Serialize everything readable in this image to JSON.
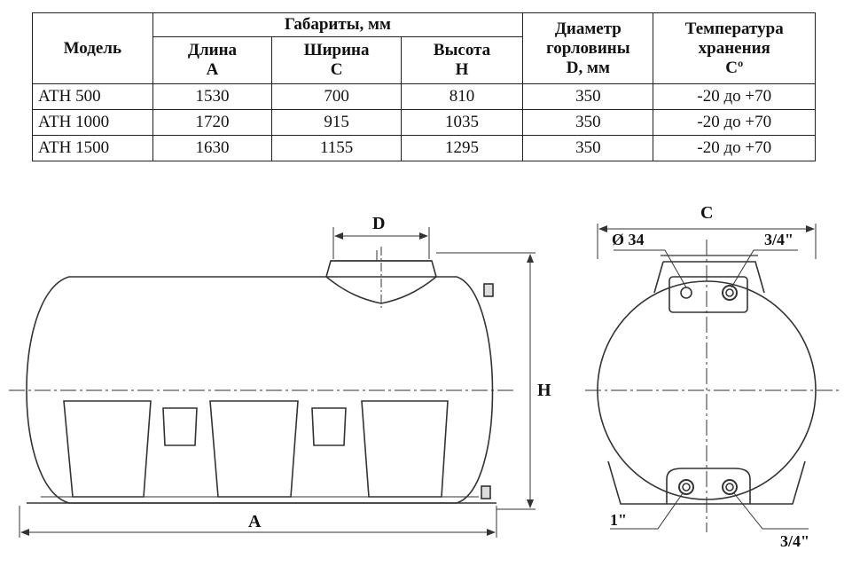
{
  "table": {
    "headers": {
      "model": "Модель",
      "dimensions": "Габариты, мм",
      "length_line1": "Длина",
      "length_line2": "A",
      "width_line1": "Ширина",
      "width_line2": "C",
      "height_line1": "Высота",
      "height_line2": "H",
      "neck_line1": "Диаметр",
      "neck_line2": "горловины",
      "neck_line3": "D, мм",
      "temp_line1": "Температура",
      "temp_line2": "хранения",
      "temp_line3": "Cº"
    },
    "rows": [
      {
        "model": "АТН 500",
        "length": "1530",
        "width": "700",
        "height": "810",
        "neck": "350",
        "temp": "-20 до +70"
      },
      {
        "model": "АТН 1000",
        "length": "1720",
        "width": "915",
        "height": "1035",
        "neck": "350",
        "temp": "-20 до +70"
      },
      {
        "model": "АТН 1500",
        "length": "1630",
        "width": "1155",
        "height": "1295",
        "neck": "350",
        "temp": "-20 до +70"
      }
    ]
  },
  "drawing": {
    "label_d": "D",
    "label_a": "A",
    "label_h": "H",
    "label_c": "C",
    "label_diam34": "Ø 34",
    "label_top_fitting": "3/4\"",
    "label_bottom_left_fitting": "1\"",
    "label_bottom_right_fitting": "3/4\""
  }
}
